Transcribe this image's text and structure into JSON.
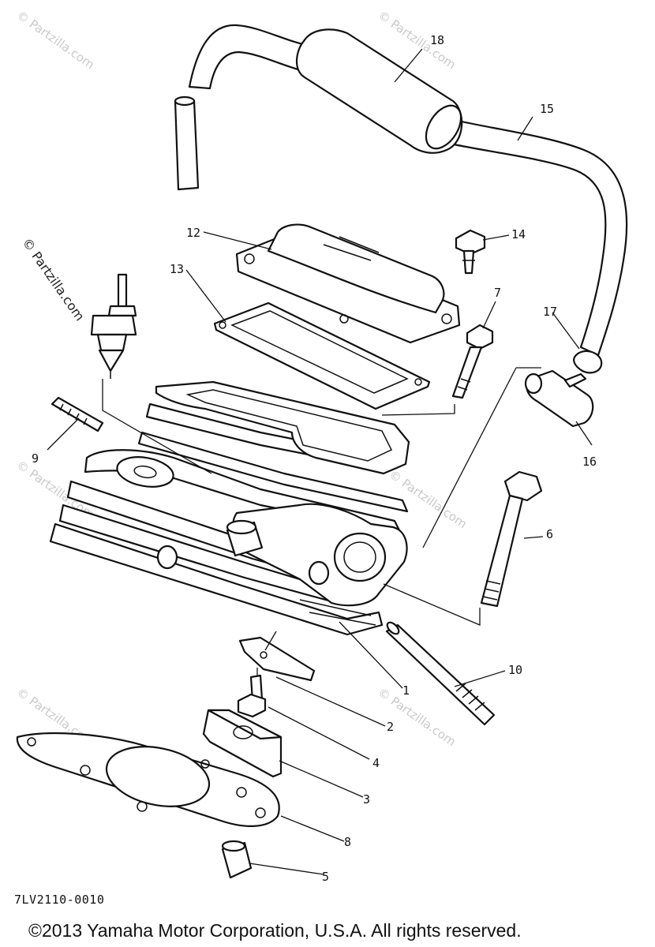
{
  "diagram": {
    "drawing_code": "7LV2110-0010",
    "copyright": "©2013 Yamaha Motor Corporation, U.S.A. All rights reserved.",
    "watermark": "© Partzilla.com",
    "callouts": [
      "1",
      "2",
      "3",
      "4",
      "5",
      "6",
      "7",
      "8",
      "9",
      "10",
      "12",
      "13",
      "14",
      "15",
      "16",
      "17",
      "18"
    ]
  }
}
